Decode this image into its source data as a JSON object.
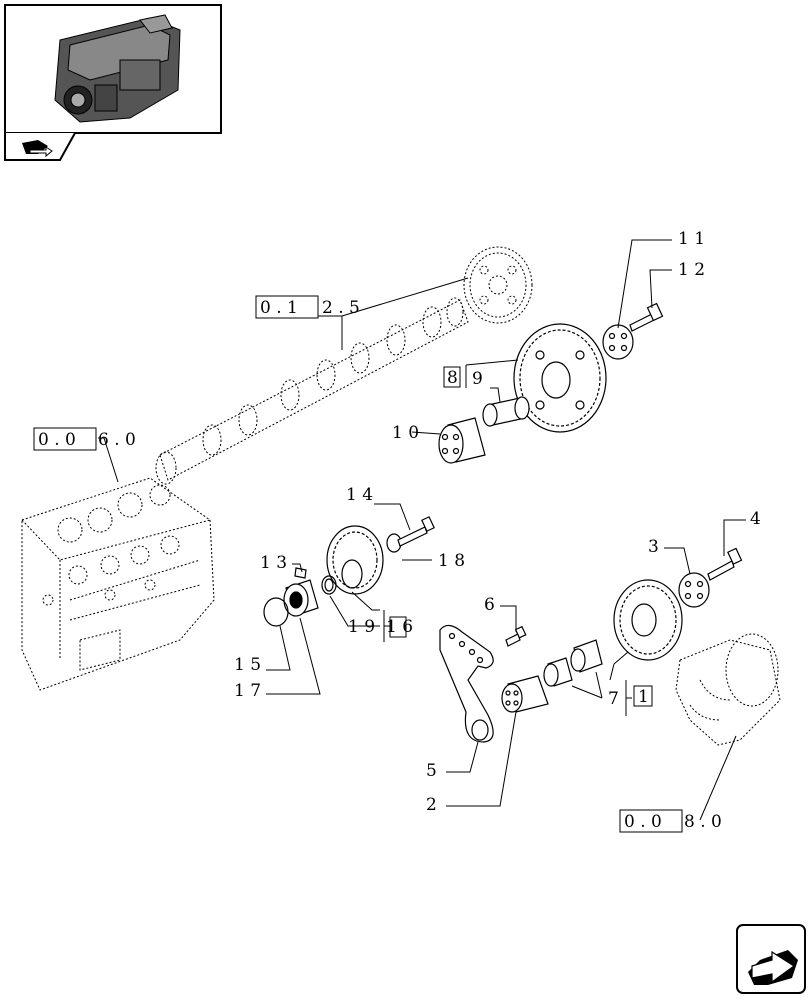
{
  "callouts": {
    "c1": "1",
    "c2": "2",
    "c3": "3",
    "c4": "4",
    "c5": "5",
    "c6": "6",
    "c7": "7",
    "c8": "8",
    "c9": "9",
    "c10": "1 0",
    "c11": "1 1",
    "c12": "1 2",
    "c13": "1 3",
    "c14": "1 4",
    "c15": "1 5",
    "c16": "1 6",
    "c17": "1 7",
    "c18": "1 8",
    "c19": "1 9"
  },
  "refs": {
    "r0125_boxed": "0 . 1",
    "r0125_rest": "2 . 5",
    "r0060_boxed": "0 . 0",
    "r0060_rest": "6 . 0",
    "r0080_boxed": "0 . 0",
    "r0080_rest": "8 . 0"
  },
  "icons": {
    "thumbnail": "engine-thumbnail-icon",
    "tab": "book-arrow-icon",
    "next": "next-page-arrow-icon"
  }
}
